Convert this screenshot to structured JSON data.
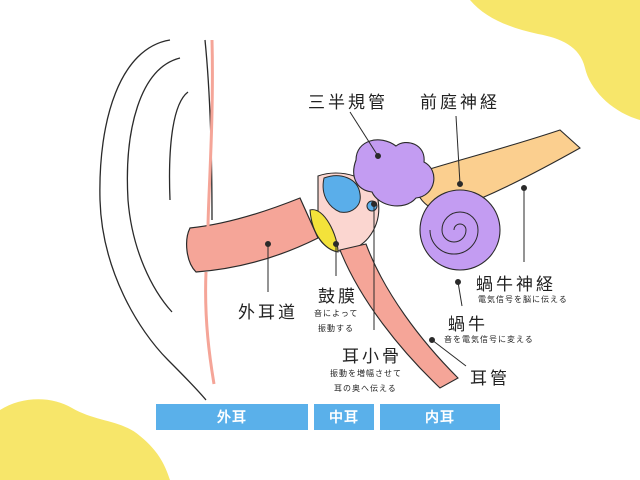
{
  "colors": {
    "blob": "#f7e66a",
    "canal": "#f5a598",
    "semicircular": "#c39cf2",
    "nerve": "#fbcf8f",
    "ossicle": "#5aaeea",
    "eardrum": "#f3e23a",
    "bar": "#5ab0ea",
    "outline": "#2a2a2a"
  },
  "labels": {
    "semicircular_canals": "三半規管",
    "vestibular_nerve": "前庭神経",
    "cochlear_nerve": "蝸牛神経",
    "cochlear_nerve_desc": "電気信号を脳に伝える",
    "outer_ear_canal": "外耳道",
    "eardrum": "鼓膜",
    "eardrum_desc_1": "音によって",
    "eardrum_desc_2": "振動する",
    "cochlea": "蝸牛",
    "cochlea_desc": "音を電気信号に変える",
    "ossicles": "耳小骨",
    "ossicles_desc_1": "振動を増幅させて",
    "ossicles_desc_2": "耳の奥へ伝える",
    "eustachian_tube": "耳管"
  },
  "sections": {
    "outer": "外耳",
    "middle": "中耳",
    "inner": "内耳"
  }
}
